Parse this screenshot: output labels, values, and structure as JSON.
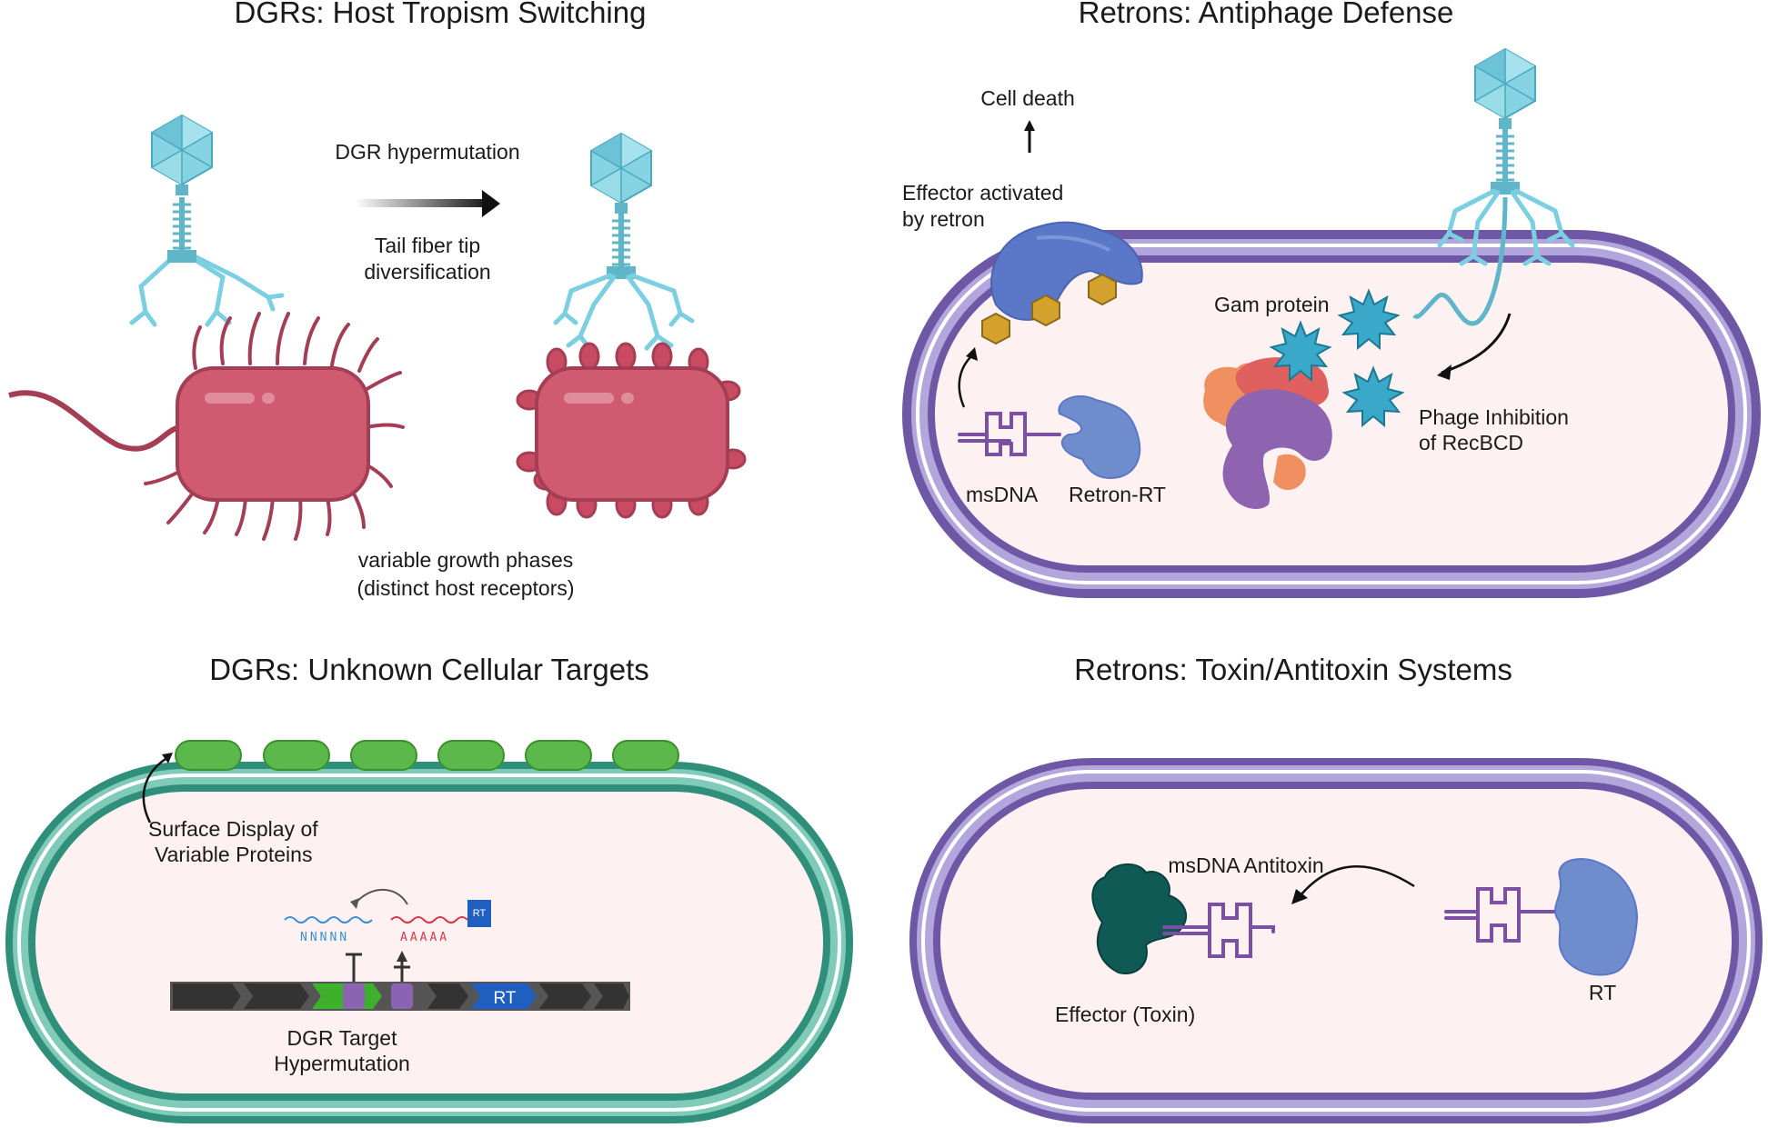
{
  "panels": {
    "host_tropism": {
      "title": "DGRs: Host Tropism Switching",
      "arrow_top_label": "DGR hypermutation",
      "arrow_bottom_line1": "Tail fiber tip",
      "arrow_bottom_line2": "diversification",
      "caption_line1": "variable growth phases",
      "caption_line2": "(distinct host receptors)"
    },
    "antiphage": {
      "title": "Retrons: Antiphage Defense",
      "cell_death": "Cell death",
      "effector_line1": "Effector activated",
      "effector_line2": "by retron",
      "gam": "Gam protein",
      "inhibition_line1": "Phage Inhibition",
      "inhibition_line2": "of RecBCD",
      "msdna": "msDNA",
      "retron_rt": "Retron-RT"
    },
    "unknown_targets": {
      "title": "DGRs: Unknown Cellular Targets",
      "surface_line1": "Surface Display of",
      "surface_line2": "Variable Proteins",
      "seq_template": "NNNNN",
      "seq_variable": "AAAAA",
      "rt_badge": "RT",
      "rt_gene": "RT",
      "target_line1": "DGR Target",
      "target_line2": "Hypermutation"
    },
    "toxin_antitoxin": {
      "title": "Retrons: Toxin/Antitoxin Systems",
      "antitoxin": "msDNA Antitoxin",
      "effector": "Effector (Toxin)",
      "rt": "RT"
    }
  },
  "colors": {
    "phage": "#7ccfe0",
    "bacterium": "#d05a6f",
    "purple_membrane": "#6e58a6",
    "teal_membrane": "#2f8f7a",
    "cytoplasm": "#fdf1f1",
    "surface_protein": "#5bb84a",
    "effector": "#5b78c8",
    "hexagon": "#d4a22c",
    "gam": "#3aa8c8",
    "toxin": "#0f5a55",
    "msdna": "#7b4fa3"
  }
}
